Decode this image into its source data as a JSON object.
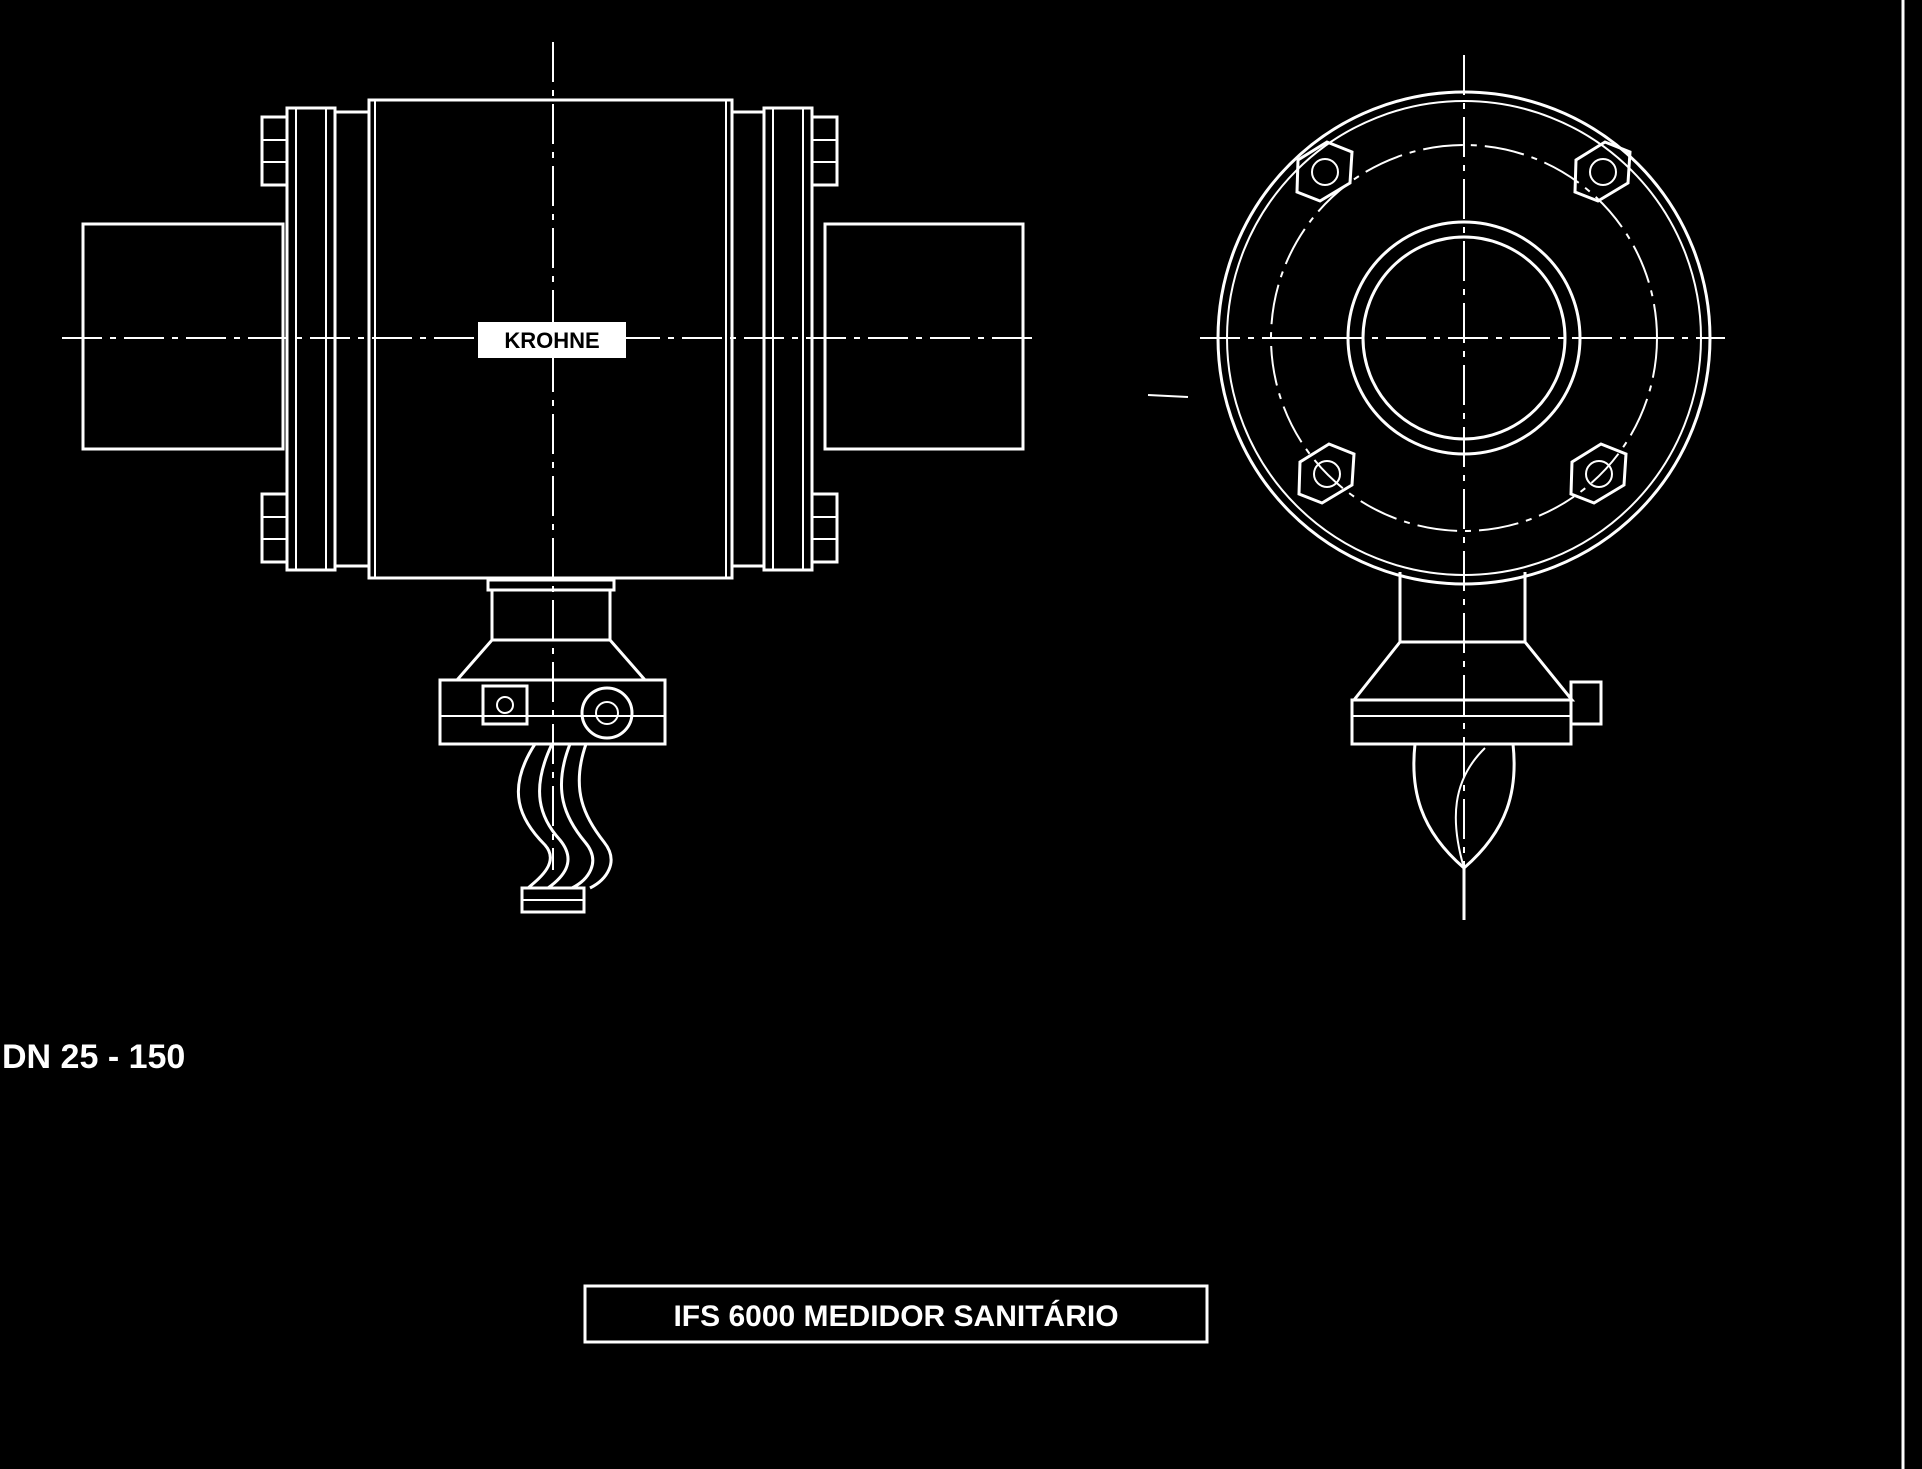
{
  "drawing": {
    "size_label": "DN 25 - 150",
    "title": "IFS 6000 MEDIDOR SANITÁRIO",
    "nameplate": "KROHNE"
  },
  "colors": {
    "background": "#000000",
    "line": "#ffffff"
  }
}
